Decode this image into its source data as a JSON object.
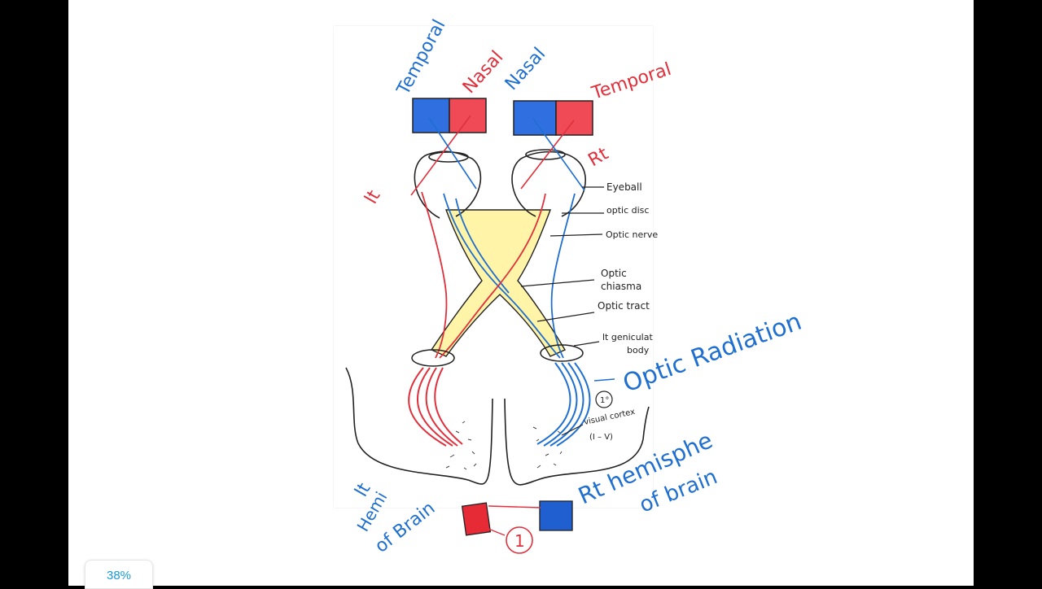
{
  "labels": {
    "temporal_left": "Temporal",
    "nasal_left": "Nasal",
    "nasal_right": "Nasal",
    "temporal_right": "Temporal",
    "lt": "lt",
    "rt": "Rt",
    "eyeball": "Eyeball",
    "optic_disc": "optic disc",
    "optic_nerve": "Optic nerve",
    "optic_chiasma_1": "Optic",
    "optic_chiasma_2": "chiasma",
    "optic_tract": "Optic tract",
    "lgb_1": "lt geniculat",
    "lgb_2": "body",
    "optic_radiation": "Optic Radiation",
    "visual_cortex_1": "visual cortex",
    "visual_cortex_2": "(I – V)",
    "circle_note": "1°",
    "lt_hemi_1": "lt",
    "lt_hemi_2": "Hemi",
    "lt_hemi_3": "of Brain",
    "rt_hemi_1": "Rt hemisphe",
    "rt_hemi_2": "of brain",
    "bottom_circle": "1"
  },
  "colors": {
    "blue": "#1f6fd0",
    "red": "#e0303c",
    "yellow": "#fff4a8",
    "ink": "#222222"
  },
  "zoom": "38%"
}
